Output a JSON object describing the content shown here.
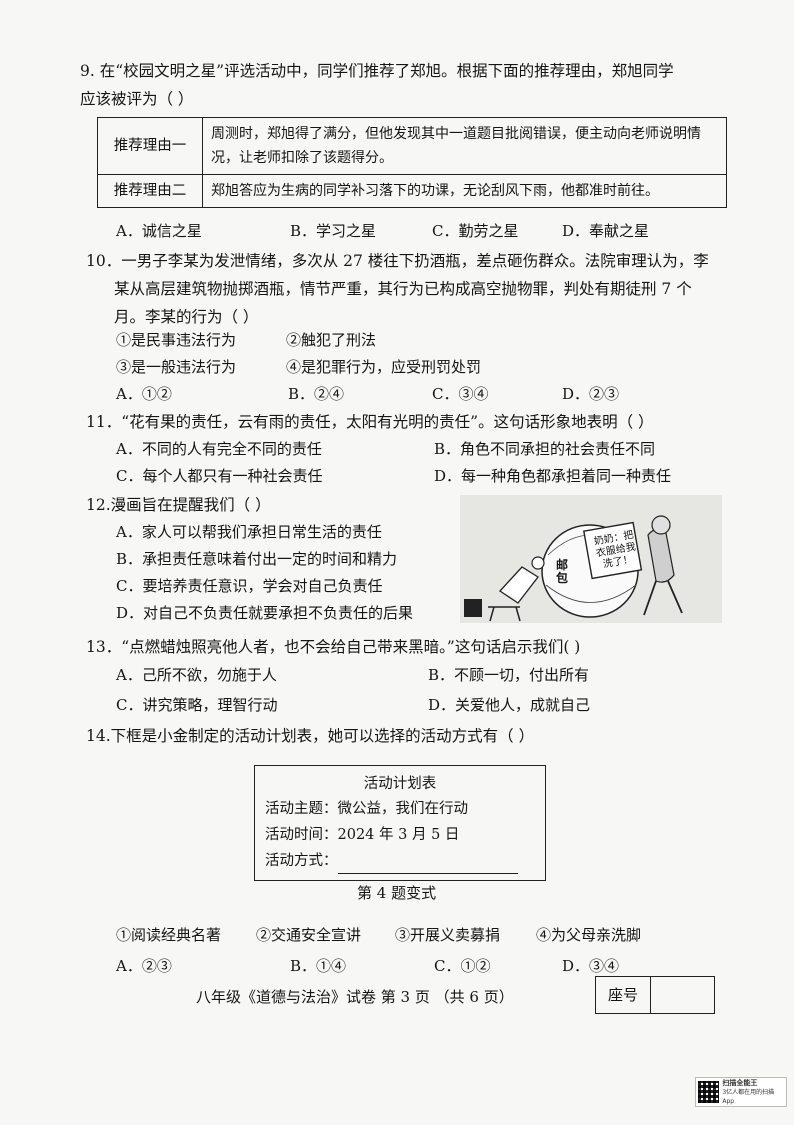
{
  "q9": {
    "line1": "9.  在“校园文明之星”评选活动中，同学们推荐了郑旭。根据下面的推荐理由，郑旭同学",
    "line2": "应该被评为（    ）",
    "reasons": [
      {
        "label": "推荐理由一",
        "text": "周测时，郑旭得了满分，但他发现其中一道题目批阅错误，便主动向老师说明情况，让老师扣除了该题得分。"
      },
      {
        "label": "推荐理由二",
        "text": "郑旭答应为生病的同学补习落下的功课，无论刮风下雨，他都准时前往。"
      }
    ],
    "options": [
      "A．诚信之星",
      "B．学习之星",
      "C．勤劳之星",
      "D．奉献之星"
    ]
  },
  "q10": {
    "line1": "10．一男子李某为发泄情绪，多次从 27 楼往下扔酒瓶，差点砸伤群众。法院审理认为，李",
    "line2": "某从高层建筑物抛掷酒瓶，情节严重，其行为已构成高空抛物罪，判处有期徒刑 7 个",
    "line3": "月。李某的行为（    ）",
    "stmt1": "①是民事违法行为",
    "stmt2": "②触犯了刑法",
    "stmt3": "③是一般违法行为",
    "stmt4": "④是犯罪行为，应受刑罚处罚",
    "options": [
      "A．①②",
      "B．②④",
      "C．③④",
      "D．②③"
    ]
  },
  "q11": {
    "line1": "11．“花有果的责任，云有雨的责任，太阳有光明的责任”。这句话形象地表明（    ）",
    "options": [
      "A．不同的人有完全不同的责任",
      "B．角色不同承担的社会责任不同",
      "C．每个人都只有一种社会责任",
      "D．每一种角色都承担着同一种责任"
    ]
  },
  "q12": {
    "line1": "12.漫画旨在提醒我们（    ）",
    "options": [
      "A．家人可以帮我们承担日常生活的责任",
      "B．承担责任意味着付出一定的时间和精力",
      "C．要培养责任意识，学会对自己负责任",
      "D．对自己不负责任就要承担不负责任的后果"
    ],
    "comic_bubble": "奶奶：把衣服给我洗了！",
    "comic_bag": "邮包"
  },
  "q13": {
    "line1": "13．“点燃蜡烛照亮他人者，也不会给自己带来黑暗。”这句话启示我们(    )",
    "options": [
      "A．己所不欲，勿施于人",
      "B．不顾一切，付出所有",
      "C．讲究策略，理智行动",
      "D．关爱他人，成就自己"
    ]
  },
  "q14": {
    "line1": "14.下框是小金制定的活动计划表，她可以选择的活动方式有（    ）",
    "plan_title": "活动计划表",
    "plan_theme": "活动主题：微公益，我们在行动",
    "plan_time": "活动时间：2024 年 3 月 5 日",
    "plan_method": "活动方式：",
    "caption": "第 4 题变式",
    "choices": [
      "①阅读经典名著",
      "②交通安全宣讲",
      "③开展义卖募捐",
      "④为父母亲洗脚"
    ],
    "options": [
      "A．②③",
      "B．①④",
      "C．①②",
      "D．③④"
    ]
  },
  "footer": {
    "text": "八年级《道德与法治》试卷   第 3 页   （共 6 页）",
    "seat_label": "座号"
  },
  "scanner": {
    "line1": "扫描全能王",
    "line2": "3亿人都在用的扫描App"
  }
}
